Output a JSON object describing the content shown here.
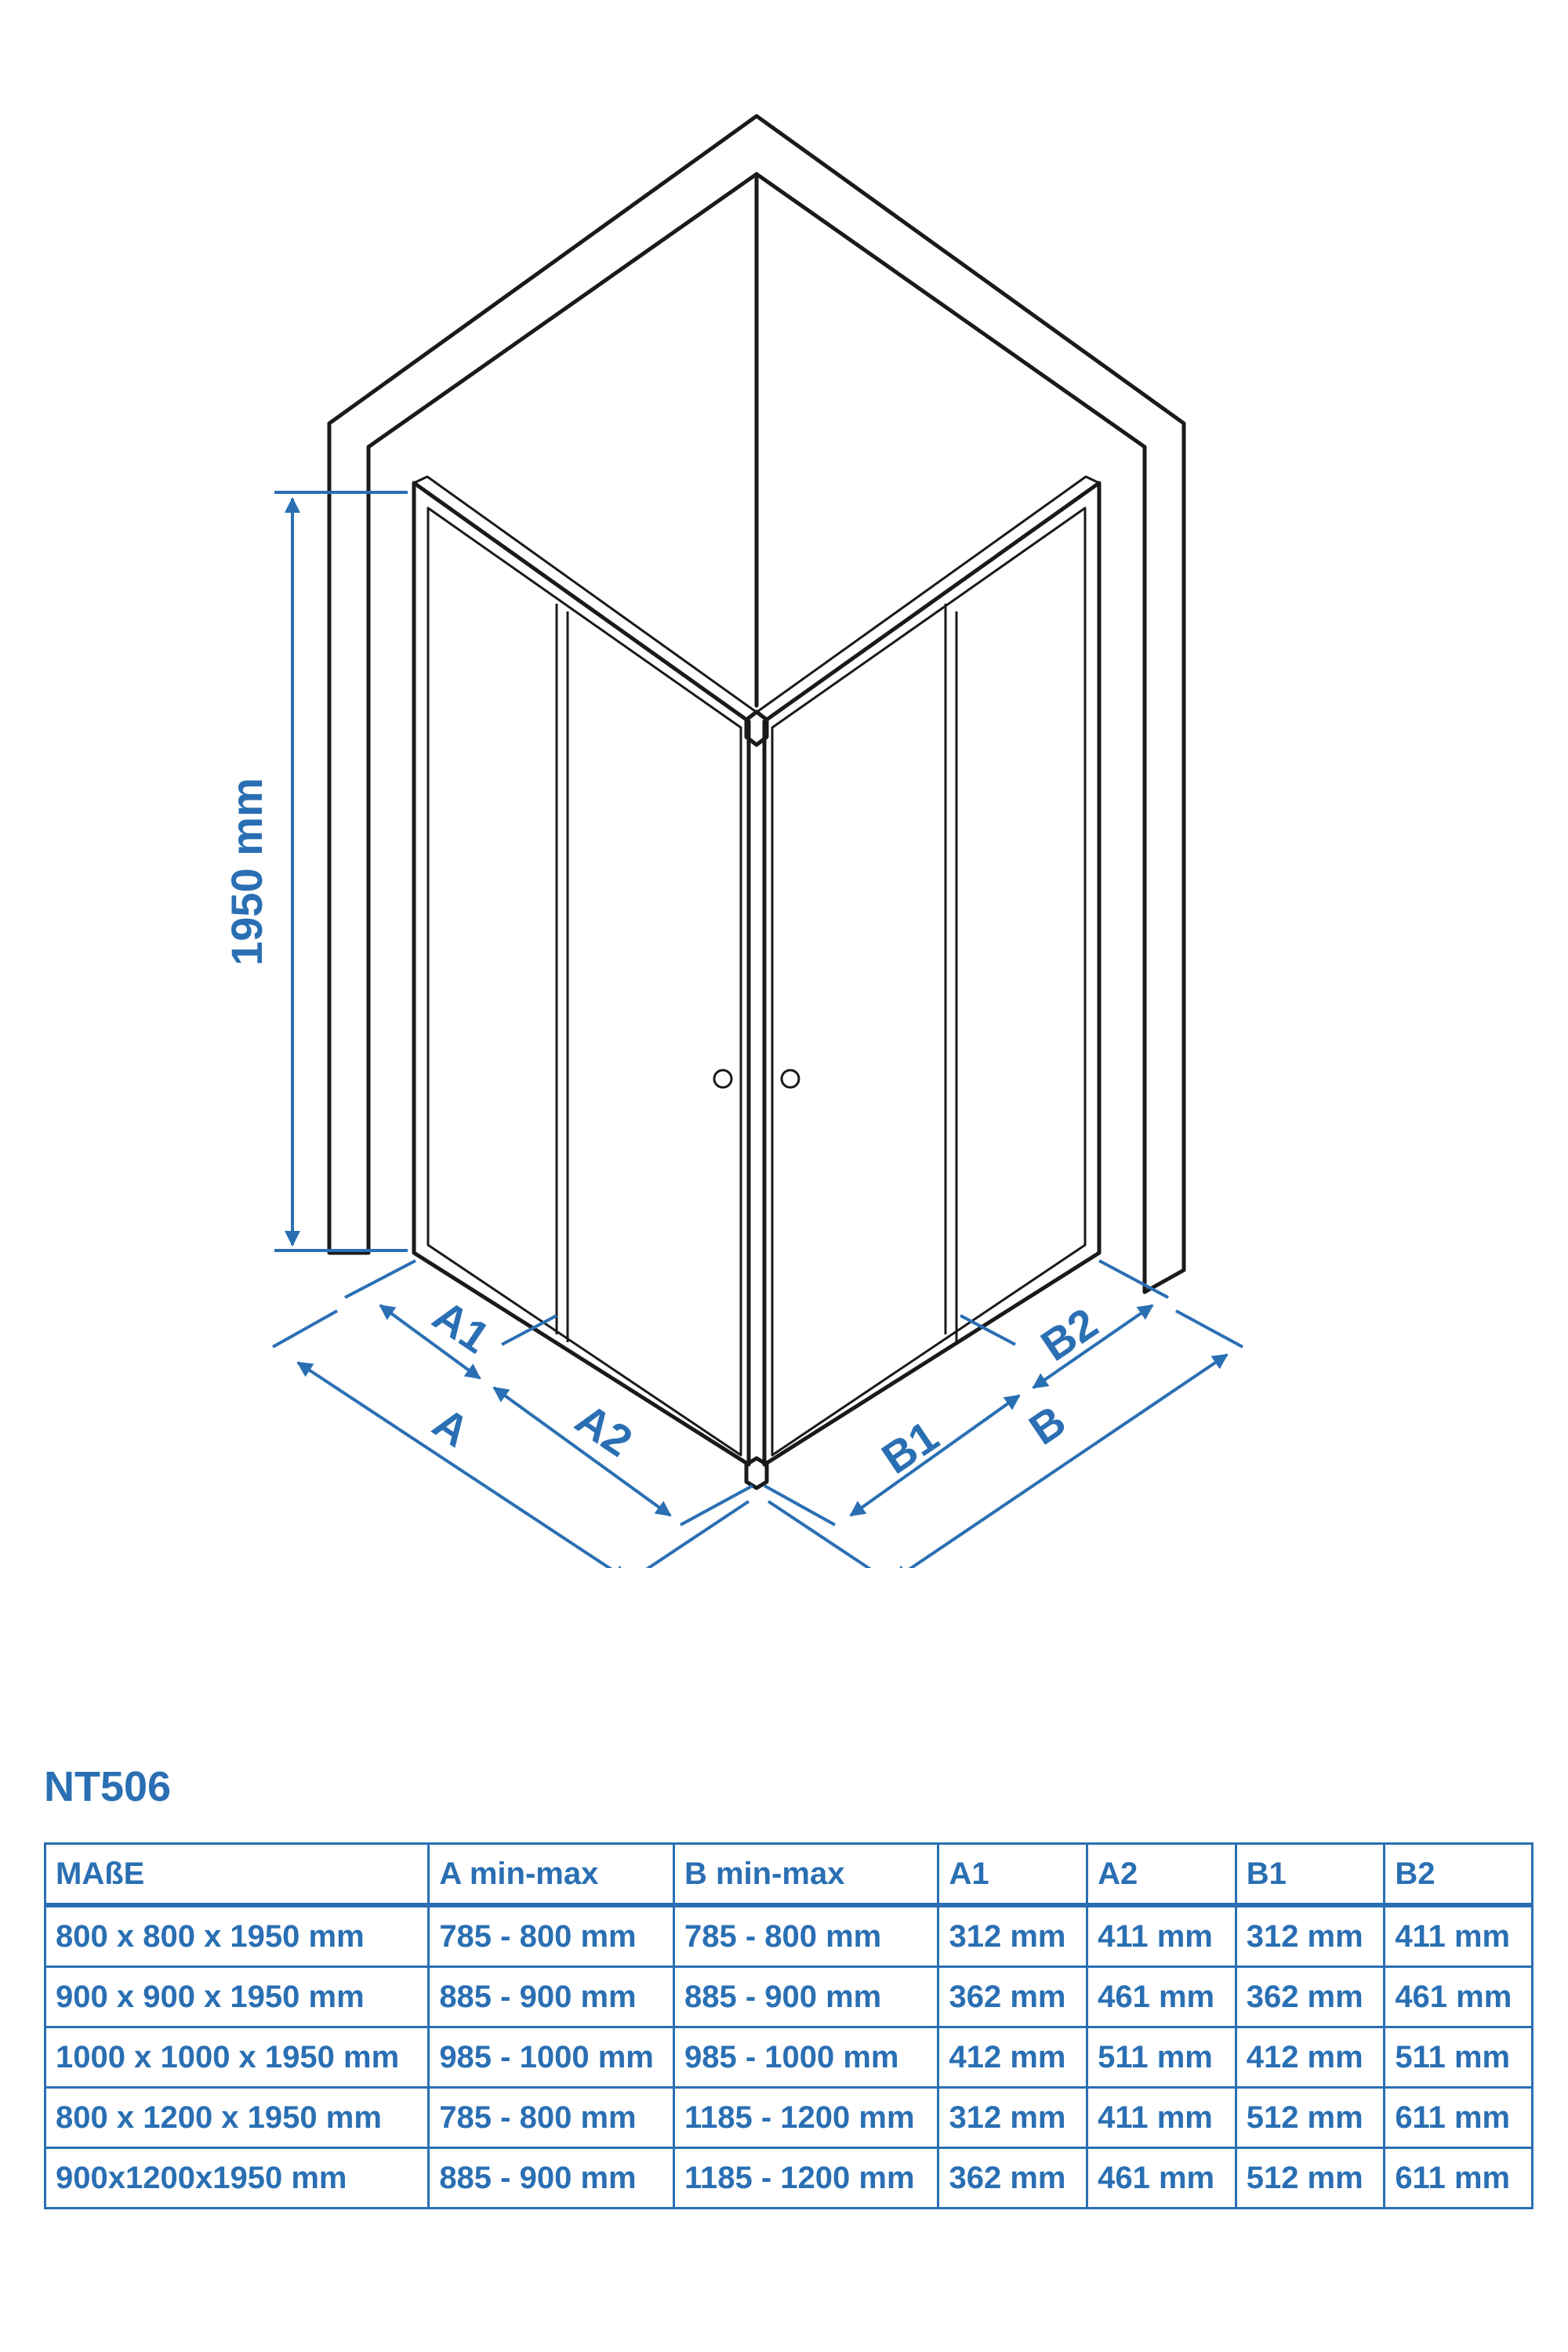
{
  "drawing": {
    "height_label": "1950 mm",
    "labels": {
      "a1": "A1",
      "a2": "A2",
      "a": "A",
      "b1": "B1",
      "b2": "B2",
      "b": "B"
    },
    "colors": {
      "line": "#1a1a1a",
      "dimension": "#2a6fb3"
    }
  },
  "model": "NT506",
  "table": {
    "headers": [
      "MAßE",
      "A min-max",
      "B min-max",
      "A1",
      "A2",
      "B1",
      "B2"
    ],
    "rows": [
      [
        "800 x 800 x 1950 mm",
        "785 - 800 mm",
        "785 - 800 mm",
        "312 mm",
        "411 mm",
        "312 mm",
        "411 mm"
      ],
      [
        "900 x 900 x 1950 mm",
        "885 - 900 mm",
        "885 - 900 mm",
        "362 mm",
        "461 mm",
        "362 mm",
        "461 mm"
      ],
      [
        "1000 x 1000 x 1950 mm",
        "985 - 1000 mm",
        "985 - 1000 mm",
        "412 mm",
        "511 mm",
        "412 mm",
        "511 mm"
      ],
      [
        "800 x 1200 x 1950 mm",
        "785 - 800 mm",
        "1185 - 1200 mm",
        "312 mm",
        "411 mm",
        "512 mm",
        "611 mm"
      ],
      [
        "900x1200x1950 mm",
        "885 - 900 mm",
        "1185 - 1200 mm",
        "362 mm",
        "461 mm",
        "512 mm",
        "611 mm"
      ]
    ]
  }
}
